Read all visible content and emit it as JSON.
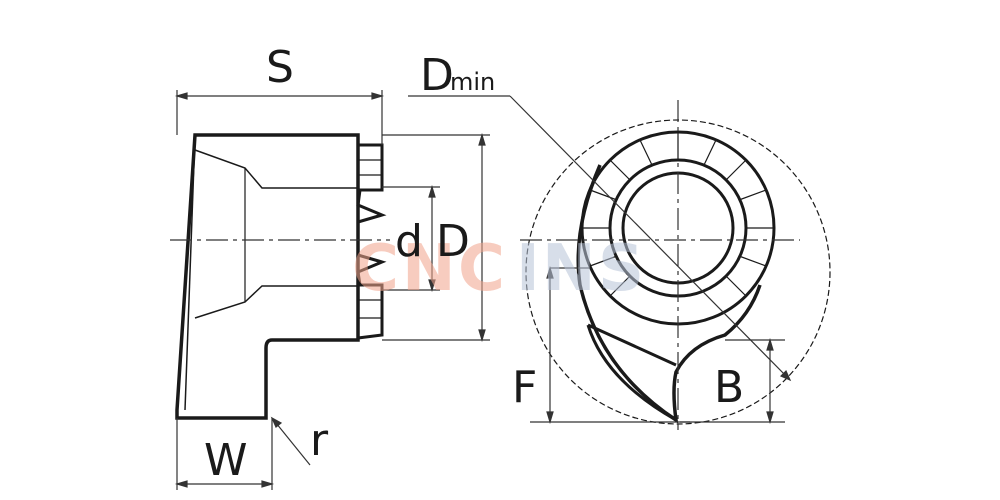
{
  "dimensions": {
    "s": "S",
    "d_min": "D",
    "d_min_sub": "min",
    "d": "d",
    "d_big": "D",
    "f": "F",
    "b": "B",
    "w": "W",
    "r": "r"
  },
  "watermark": {
    "text": "CNCINS",
    "colors": [
      "#f2a48c",
      "#f2a48c",
      "#f2a48c",
      "#b8c4d8",
      "#b8c4d8",
      "#b8c4d8"
    ]
  },
  "colors": {
    "outline": "#1a1a1a",
    "thin": "#333333"
  }
}
